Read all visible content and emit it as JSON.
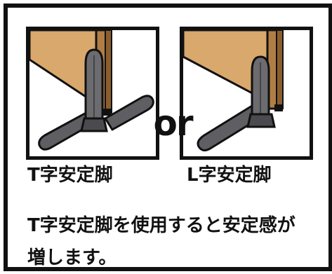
{
  "connector": "or",
  "captions": {
    "t_stand": "T字安定脚",
    "l_stand": "L字安定脚"
  },
  "note": {
    "line1": "T字安定脚を使用すると安定感が",
    "line2": "増します。"
  },
  "colors": {
    "wood": "#D9A86C",
    "wood_shadow": "#B07E45",
    "metal": "#5E5E63",
    "outline": "#111111",
    "background": "#FFFFFF"
  },
  "icons": {
    "t_stand": "t-shaped-stand-foot-icon",
    "l_stand": "l-shaped-stand-foot-icon"
  }
}
